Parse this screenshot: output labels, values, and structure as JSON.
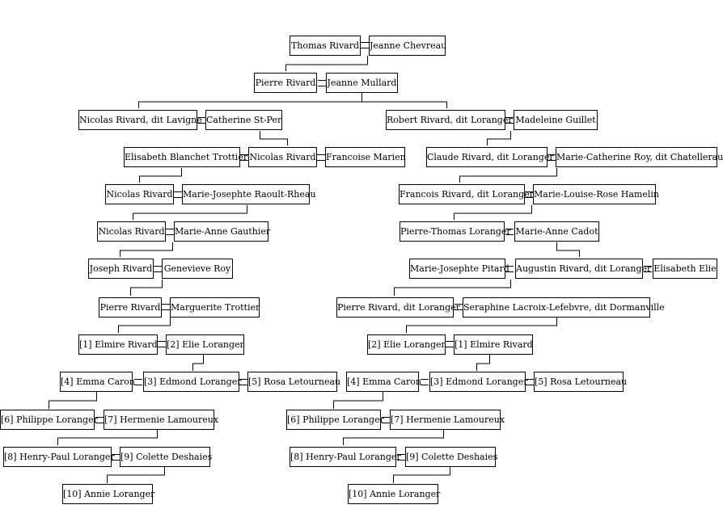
{
  "people": {
    "thomas_rivard": "Thomas Rivard",
    "jeanne_chevreau": "Jeanne Chevreau",
    "pierre_rivard_1": "Pierre Rivard",
    "jeanne_mullard": "Jeanne Mullard",
    "nicolas_rivard_lavigne": "Nicolas Rivard, dit Lavigne",
    "catherine_stper": "Catherine St-Per",
    "robert_rivard": "Robert Rivard, dit Loranger",
    "madeleine_guillet": "Madeleine Guillet",
    "elisabeth_blanchet": "Elisabeth Blanchet Trottier",
    "nicolas_rivard_2": "Nicolas Rivard",
    "francoise_marien": "Francoise Marien",
    "claude_rivard": "Claude Rivard, dit Loranger",
    "marie_catherine_roy": "Marie-Catherine Roy, dit Chatellerault",
    "nicolas_rivard_3": "Nicolas Rivard",
    "marie_josephte_raoult": "Marie-Josephte Raoult-Rheau",
    "francois_rivard": "Francois Rivard, dit Loranger",
    "marie_louise_hamelin": "Marie-Louise-Rose Hamelin",
    "nicolas_rivard_4": "Nicolas Rivard",
    "marie_anne_gauthier": "Marie-Anne Gauthier",
    "pierre_thomas_loranger": "Pierre-Thomas Loranger",
    "marie_anne_cadot": "Marie-Anne Cadot",
    "joseph_rivard": "Joseph Rivard",
    "genevieve_roy": "Genevieve Roy",
    "marie_josephte_pitard": "Marie-Josephte Pitard",
    "augustin_rivard": "Augustin Rivard, dit Loranger",
    "elisabeth_elie": "Elisabeth Elie",
    "pierre_rivard_2": "Pierre Rivard",
    "marguerite_trottier": "Marguerite Trottier",
    "pierre_rivard_loranger": "Pierre Rivard, dit Loranger",
    "seraphine_lacroix": "Seraphine Lacroix-Lefebvre, dit Dormanville",
    "l_elmire_rivard": "[1] Elmire Rivard",
    "l_elie_loranger": "[2] Elie Loranger",
    "r_elie_loranger": "[2] Elie Loranger",
    "r_elmire_rivard": "[1] Elmire Rivard",
    "l_emma_caron": "[4] Emma Caron",
    "l_edmond_loranger": "[3] Edmond Loranger",
    "l_rosa_letourneau": "[5] Rosa Letourneau",
    "r_emma_caron": "[4] Emma Caron",
    "r_edmond_loranger": "[3] Edmond Loranger",
    "r_rosa_letourneau": "[5] Rosa Letourneau",
    "l_philippe_loranger": "[6] Philippe Loranger",
    "l_hermenie_lamoureux": "[7] Hermenie Lamoureux",
    "r_philippe_loranger": "[6] Philippe Loranger",
    "r_hermenie_lamoureux": "[7] Hermenie Lamoureux",
    "l_henry_paul_loranger": "[8] Henry-Paul Loranger",
    "l_colette_deshaies": "[9] Colette Deshaies",
    "r_henry_paul_loranger": "[8] Henry-Paul Loranger",
    "r_colette_deshaies": "[9] Colette Deshaies",
    "l_annie_loranger": "[10] Annie Loranger",
    "r_annie_loranger": "[10] Annie Loranger"
  }
}
